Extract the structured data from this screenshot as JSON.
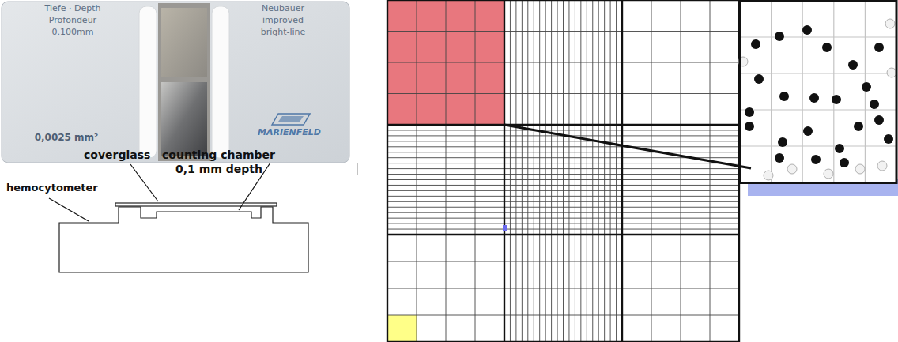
{
  "diagram": {
    "labels": [
      "Tiefe · Depth",
      "Profondeur",
      "0.100mm",
      "Neubauer",
      "improved",
      "bright-line",
      "0,0025 mm²",
      "MARIENFELD",
      "coverglass",
      "counting chamber",
      "0,1 mm depth",
      "hemocytometer"
    ]
  }
}
